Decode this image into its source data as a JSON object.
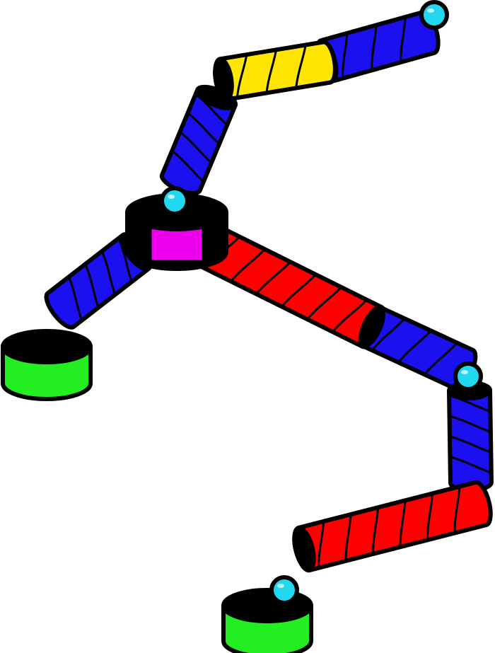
{
  "colors": {
    "background": "#ffffff",
    "outline": "#000000",
    "blue": "#1a10f0",
    "red": "#ff0000",
    "yellow": "#ffe600",
    "magenta": "#ee00ee",
    "green": "#22ee22",
    "cyan": "#22d8f0"
  },
  "pieces": {
    "tubes": [
      {
        "name": "tube-blue-top-right",
        "color": "blue",
        "stripes": 3
      },
      {
        "name": "tube-yellow-top",
        "color": "yellow",
        "stripes": 3
      },
      {
        "name": "tube-blue-upper-left",
        "color": "blue",
        "stripes": 4
      },
      {
        "name": "tube-blue-left-leg",
        "color": "blue",
        "stripes": 4
      },
      {
        "name": "tube-red-long-diagonal",
        "color": "red",
        "stripes": 6
      },
      {
        "name": "tube-blue-middle-right",
        "color": "blue",
        "stripes": 3
      },
      {
        "name": "tube-blue-right-vertical",
        "color": "blue",
        "stripes": 4
      },
      {
        "name": "tube-red-lower",
        "color": "red",
        "stripes": 6
      }
    ],
    "hub_color": "magenta",
    "base_color": "green",
    "ball_color": "cyan",
    "bases": 2,
    "balls": 4
  }
}
